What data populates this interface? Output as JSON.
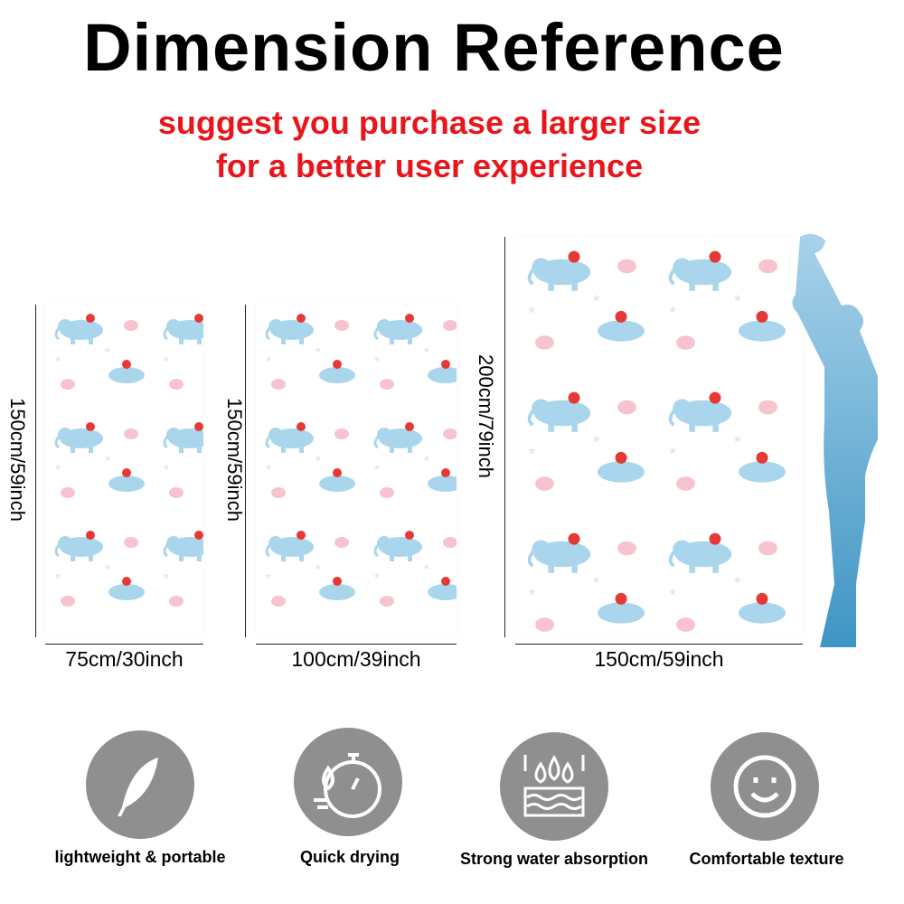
{
  "title": "Dimension Reference",
  "subtitle_line1": "suggest you purchase a larger size",
  "subtitle_line2": "for a better user experience",
  "sizes": [
    {
      "height": "150cm/59inch",
      "width": "75cm/30inch"
    },
    {
      "height": "150cm/59inch",
      "width": "100cm/39inch"
    },
    {
      "height": "200cm/79inch",
      "width": "150cm/59inch"
    }
  ],
  "features": [
    {
      "label": "lightweight & portable",
      "icon": "feather-icon"
    },
    {
      "label": "Quick drying",
      "icon": "stopwatch-drop-icon"
    },
    {
      "label": "Strong water absorption",
      "icon": "water-absorption-icon"
    },
    {
      "label": "Comfortable texture",
      "icon": "smiley-icon"
    }
  ],
  "colors": {
    "title": "#000000",
    "subtitle": "#e8161b",
    "icon_bg": "#8f8f8f",
    "elephant": "#a9d6ec",
    "silhouette": "#5aa8cf"
  }
}
